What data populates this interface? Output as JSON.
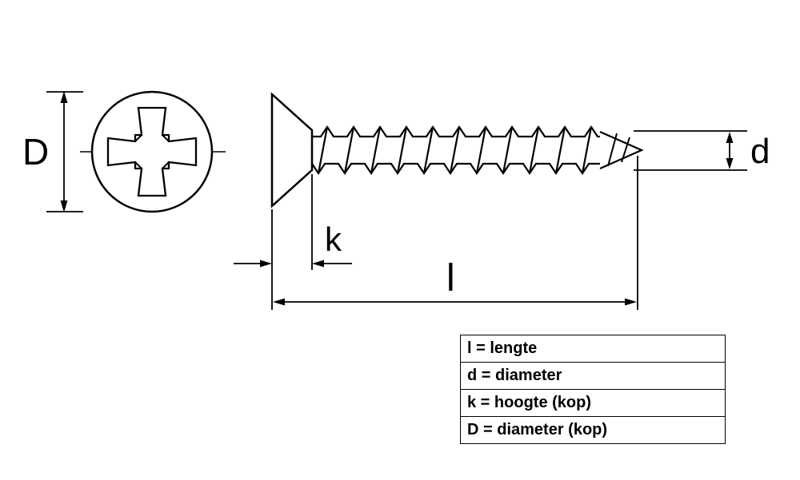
{
  "dimensions": {
    "head_diameter_label": "D",
    "shank_diameter_label": "d",
    "head_height_label": "k",
    "length_label": "l"
  },
  "legend": {
    "rows": [
      {
        "text": "l = lengte"
      },
      {
        "text": "d = diameter"
      },
      {
        "text": "k = hoogte (kop)"
      },
      {
        "text": "D = diameter (kop)"
      }
    ]
  }
}
